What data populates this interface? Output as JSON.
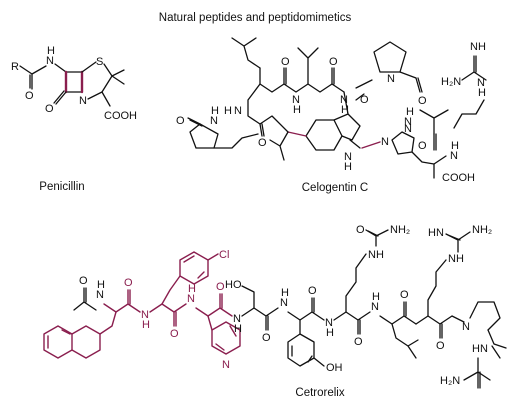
{
  "title": "Natural peptides and peptidomimetics",
  "penicillin": {
    "caption": "Penicillin",
    "r": "R",
    "nh": "N",
    "nh_h": "H",
    "o1": "O",
    "o2": "O",
    "n": "N",
    "s": "S",
    "cooh": "COOH"
  },
  "celogentin": {
    "caption": "Celogentin C",
    "o_labels": [
      "O",
      "O",
      "O",
      "O",
      "O",
      "O",
      "O"
    ],
    "nh_labels": [
      "N",
      "N",
      "N",
      "N",
      "N",
      "N"
    ],
    "h_labels": [
      "H",
      "H",
      "H",
      "H",
      "H",
      "H"
    ],
    "n_ring": "N",
    "h2n": "H₂N",
    "nh_top": "NH",
    "hn_amid": "N",
    "h_amid": "H",
    "n_imid": "N",
    "cooh": "COOH"
  },
  "cetrorelix": {
    "caption": "Cetrorelix",
    "cl": "Cl",
    "urea": {
      "o": "O",
      "nh2": "NH₂",
      "nh": "NH"
    },
    "guan": {
      "hn": "HN",
      "nh2": "NH₂",
      "nh": "NH"
    },
    "ho": "HO",
    "oh": "OH",
    "n_pyr": "N",
    "h2n": "H₂N",
    "hn_end": "HN",
    "n_pro": "N",
    "o_labels": [
      "O",
      "O",
      "O",
      "O",
      "O",
      "O",
      "O",
      "O",
      "O"
    ],
    "nh_labels": [
      "N",
      "N",
      "N",
      "N",
      "N",
      "N",
      "N"
    ],
    "h_labels": [
      "H",
      "H",
      "H",
      "H",
      "H",
      "H",
      "H"
    ]
  }
}
